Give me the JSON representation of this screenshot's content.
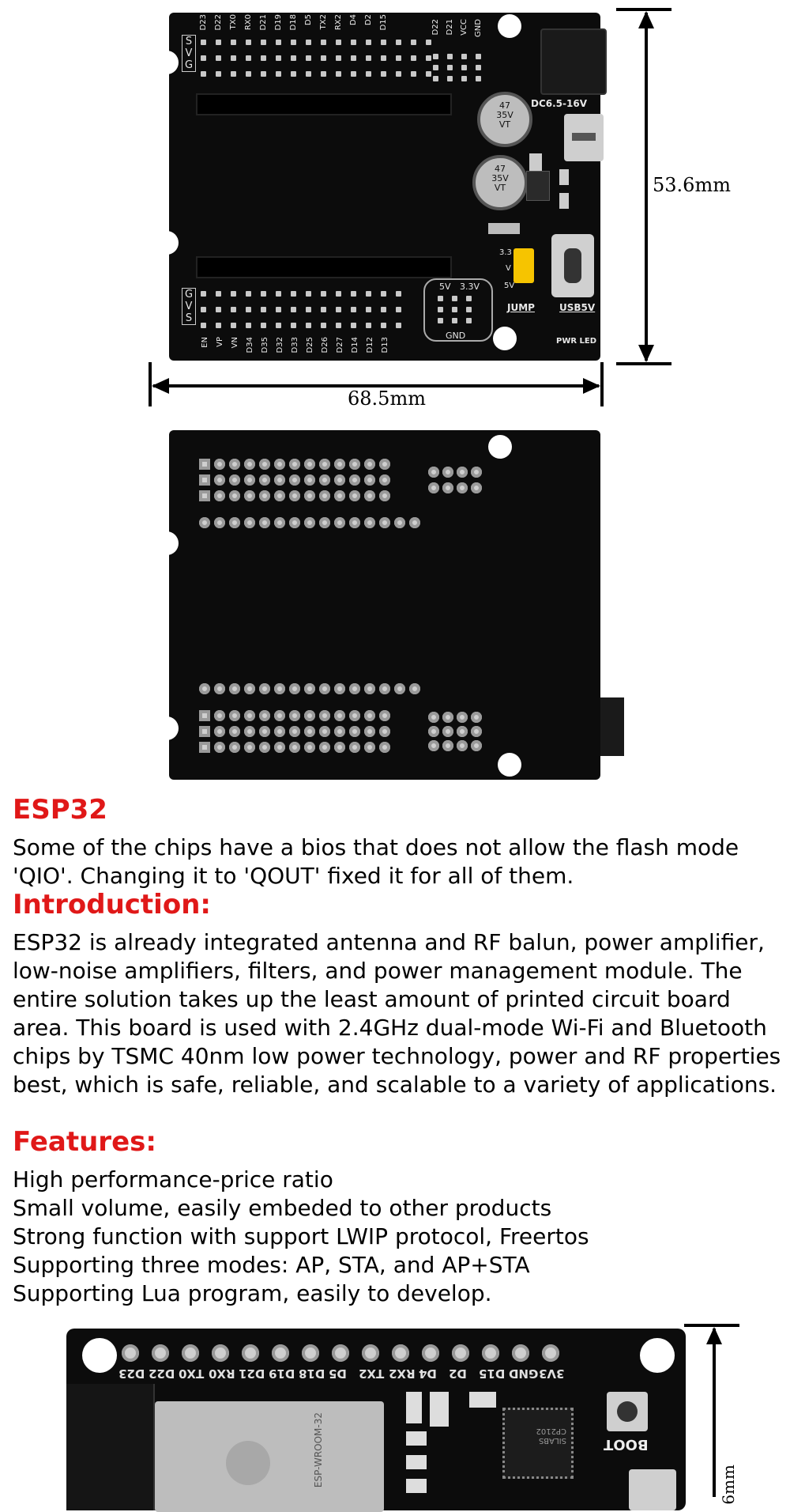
{
  "dimensions": {
    "height_label": "53.6mm",
    "width_label": "68.5mm"
  },
  "board_top": {
    "top_pins": [
      "D23",
      "D22",
      "TX0",
      "RX0",
      "D21",
      "D19",
      "D18",
      "D5",
      "TX2",
      "RX2",
      "D4",
      "D2",
      "D15"
    ],
    "right_header": [
      "D22",
      "D21",
      "VCC",
      "GND"
    ],
    "svg_top": [
      "S",
      "V",
      "G"
    ],
    "svg_bottom": [
      "G",
      "V",
      "S"
    ],
    "bottom_pins": [
      "EN",
      "VP",
      "VN",
      "D34",
      "D35",
      "D32",
      "D33",
      "D25",
      "D26",
      "D27",
      "D14",
      "D12",
      "D13"
    ],
    "power_labels": {
      "dc": "DC6.5-16V",
      "cap1": "47\n35V\nVT",
      "cap2": "47\n35V\nVT",
      "jump": "JUMP",
      "usb5v": "USB5V",
      "five_v": "5V",
      "three_v": "3.3V",
      "jump_33": "3.3",
      "jump_v": "V",
      "jump_5v": "5V",
      "gnd": "GND",
      "pwr_led": "PWR LED"
    }
  },
  "content": {
    "title": "ESP32",
    "intro_note": "Some of the chips have a bios that does not allow the flash mode 'QIO'. Changing it to 'QOUT' fixed it for all of them.",
    "introduction_heading": "Introduction:",
    "introduction_text": "ESP32 is already integrated antenna and RF balun, power amplifier, low-noise amplifiers, filters, and power management module. The entire solution takes up the least amount of printed circuit board area. This board is used with 2.4GHz dual-mode Wi-Fi and Bluetooth chips by TSMC 40nm low power technology, power and RF properties best, which is safe, reliable, and scalable to a variety of applications.",
    "features_heading": "Features:",
    "features": [
      "High performance-price ratio",
      "Small volume, easily embeded to other products",
      "Strong function with support LWIP protocol, Freertos",
      "Supporting three modes: AP, STA, and AP+STA",
      "Supporting Lua program, easily to develop."
    ]
  },
  "devboard": {
    "pin_labels": [
      "D23",
      "D22",
      "TX0",
      "RX0",
      "D21",
      "D19",
      "D18",
      "D5",
      "TX2",
      "RX2",
      "D4",
      "D2",
      "D15",
      "GND",
      "3V3"
    ],
    "boot_label": "BOOT",
    "module_label": "ESP-WROOM-32",
    "chip_label": "SILABS CP2102",
    "dim_partial": "6mm"
  },
  "colors": {
    "heading_red": "#e01818",
    "board_black": "#0c0c0c"
  }
}
